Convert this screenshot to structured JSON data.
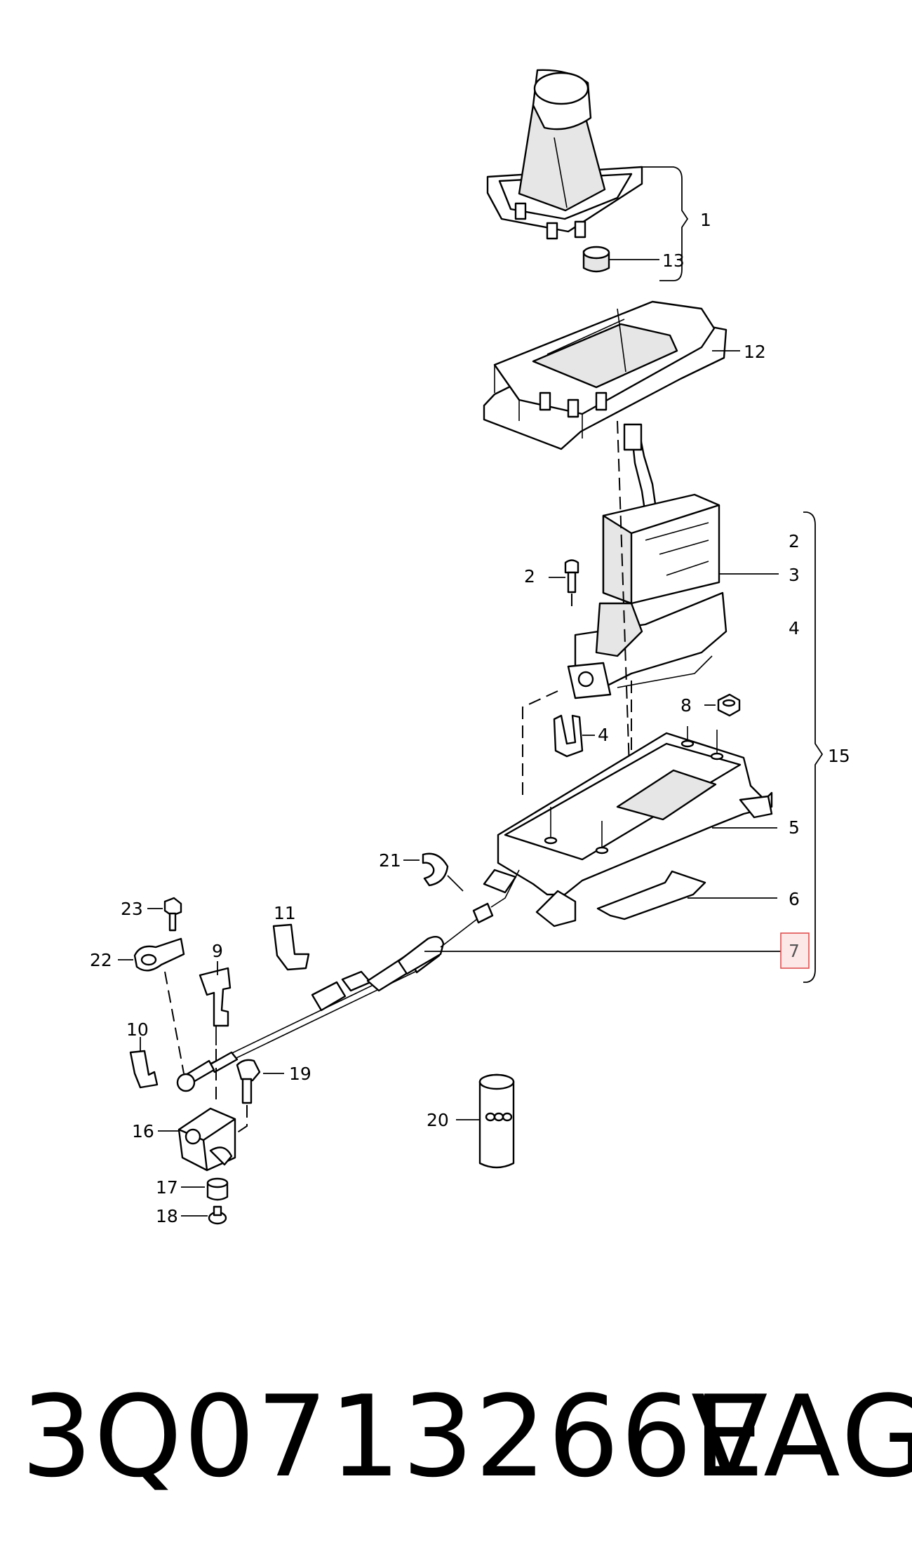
{
  "diagram": {
    "callouts": {
      "c1": "1",
      "c2a": "2",
      "c2b": "2",
      "c3": "3",
      "c4a": "4",
      "c4b": "4",
      "c5": "5",
      "c6": "6",
      "c7": "7",
      "c8": "8",
      "c9": "9",
      "c10": "10",
      "c11": "11",
      "c12": "12",
      "c13": "13",
      "c15": "15",
      "c16": "16",
      "c17": "17",
      "c18": "18",
      "c19": "19",
      "c20": "20",
      "c21": "21",
      "c22": "22",
      "c23": "23"
    },
    "highlighted_callout": "7",
    "highlight_color": "#e05050"
  },
  "footer": {
    "part_number": "3Q0713266E",
    "brand": "VAG"
  }
}
